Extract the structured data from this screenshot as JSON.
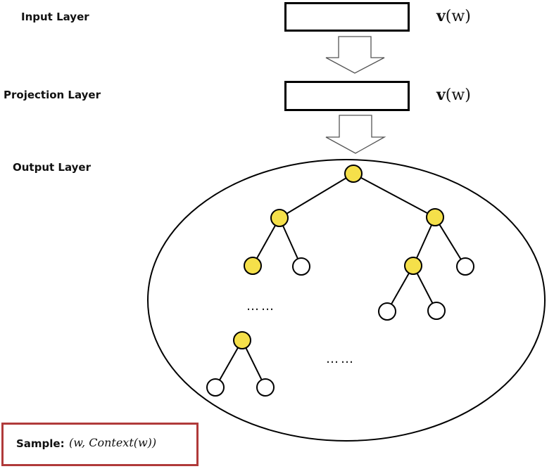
{
  "layers": {
    "input": {
      "label": "Input  Layer",
      "vector": "v(w)",
      "vector_bold": "v",
      "vector_arg": "(w)"
    },
    "projection": {
      "label": "Projection  Layer",
      "vector": "v(w)",
      "vector_bold": "v",
      "vector_arg": "(w)"
    },
    "output": {
      "label": "Output Layer"
    }
  },
  "tree": {
    "ellipsis_left": "……",
    "ellipsis_right": "……",
    "inner_node_color": "#f5e04a",
    "leaf_node_color": "#ffffff"
  },
  "sample": {
    "label": "Sample:",
    "value": "(w, Context(w))",
    "border_color": "#b03a3a"
  }
}
